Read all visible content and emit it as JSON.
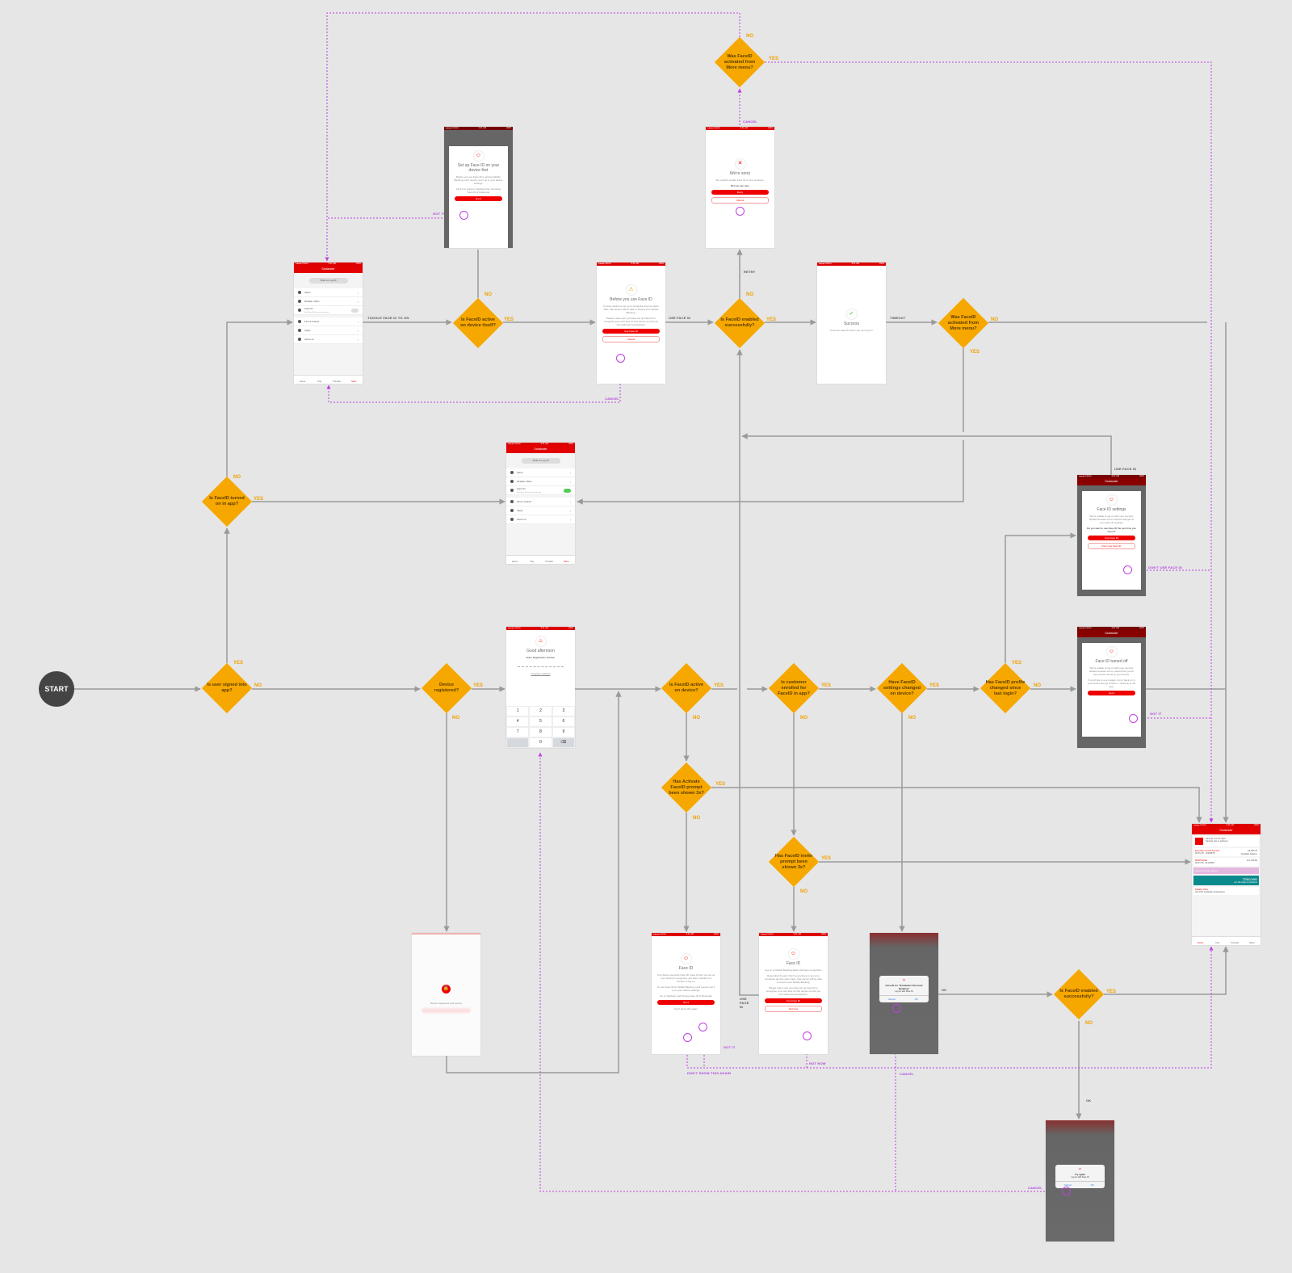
{
  "start_label": "START",
  "decisions": {
    "d1": {
      "text": "Is user signed into app?",
      "yes": "YES",
      "no": "NO"
    },
    "d2": {
      "text": "Is FaceID turned on in app?",
      "yes": "YES",
      "no": "NO"
    },
    "d3": {
      "text": "Device registered?",
      "yes": "YES",
      "no": "NO"
    },
    "d4": {
      "text": "Is FaceID active on device itself?",
      "yes": "YES",
      "no": "NO"
    },
    "d5": {
      "text": "Is FaceID enabled successfully?",
      "yes": "YES",
      "no": "NO"
    },
    "d6": {
      "text": "Was FaceID activated from More menu?",
      "yes": "YES",
      "no": "NO"
    },
    "d7": {
      "text": "Was FaceID activated from More menu?",
      "yes": "YES",
      "no": "NO"
    },
    "d8": {
      "text": "Is FaceID active on device?",
      "yes": "YES",
      "no": "NO"
    },
    "d9": {
      "text": "Has Activate FaceID prompt been shown 3x?",
      "yes": "YES",
      "no": "NO"
    },
    "d10": {
      "text": "Is customer enrolled for FaceID in app?",
      "yes": "YES",
      "no": "NO"
    },
    "d11": {
      "text": "Has FaceID invite prompt been shown 3x?",
      "yes": "YES",
      "no": "NO"
    },
    "d12": {
      "text": "Have FaceID settings changed on device?",
      "yes": "YES",
      "no": "NO"
    },
    "d13": {
      "text": "Has FaceID profile changed since last login?",
      "yes": "YES",
      "no": "NO"
    },
    "d14": {
      "text": "Is FaceID enabled successfully?",
      "yes": "YES",
      "no": "NO"
    }
  },
  "edge_labels": {
    "toggle": "TOGGLE FACE ID TO ON",
    "use_face_id_1": "USE FACE ID",
    "use_face_id_2": "USE FACE ID",
    "use_face_id_3": "USE FACE ID",
    "timeout": "TIMEOUT",
    "retry": "RETRY",
    "cancel_sorry": "CANCEL",
    "cancel_before": "CANCEL",
    "cancel_dialog": "CANCEL",
    "cancel_try": "CANCEL",
    "got_it_setup": "GOT IT",
    "got_it_off": "GOT IT",
    "got_it_faceid": "GOT IT",
    "dont_use": "DON'T USE FACE ID",
    "dont_show": "DON'T SHOW THIS AGAIN",
    "not_now": "NOT NOW",
    "ok_dialog": "OK",
    "ok_try": "OK"
  },
  "status_bar": {
    "carrier": "●●●●● Carrier",
    "time": "9:41 AM",
    "battery": "100%"
  },
  "brand": "Santander",
  "menu": {
    "logoff": "Slide to Log off",
    "items": [
      "Alerts",
      "Retailer offers",
      "Face ID",
      "Find a branch",
      "Apply",
      "About us"
    ],
    "faceid_sub": "Use Face ID to access the app",
    "tabs": [
      "Home",
      "Pay",
      "Transfer",
      "More"
    ]
  },
  "setup": {
    "title": "Set up Face ID on your device first",
    "p1": "Before you use Face ID to access Mobile Banking you'll need to set it up in your device settings.",
    "p2": "Find it by going to Settings then choosing Face ID & Passcode",
    "button": "Got it"
  },
  "before": {
    "title": "Before you use Face ID",
    "p1": "If you're device is set up to recognise anyone else's face, that person will be able to access your Mobile Banking.",
    "p2": "Please make sure you have set up Face ID to recognise your own face for this device so that you can authorise transactions.",
    "primary": "Use Face ID",
    "secondary": "Cancel"
  },
  "sorry": {
    "title": "We're sorry",
    "p1": "We couldn't enable Face ID on this occasion.",
    "p2": "But you can retry",
    "primary": "Retry",
    "secondary": "Cancel"
  },
  "success": {
    "title": "Success",
    "p1": "You'll use Face ID when you next log on."
  },
  "registration": {
    "greeting": "Good afternoon",
    "label": "Enter Registration Number",
    "link": "Forgotten details?",
    "keys": [
      "1",
      "2",
      "3",
      "4",
      "5",
      "6",
      "7",
      "8",
      "9",
      "",
      "0",
      "⌫"
    ]
  },
  "settings": {
    "title": "Face ID settings",
    "p1": "We're unable to log on with your security details because we've noticed changes to your Face ID settings.",
    "p2": "Do you want to use Face ID the next time you log on?",
    "primary": "Use Face ID",
    "secondary": "Don't use Face ID"
  },
  "turned_off": {
    "title": "Face ID turned off",
    "p1": "We're unable to log on with your security details because we've noticed that you've turned Face ID off on your device.",
    "p2": "If you'd like to use it again, turn it back on in your device and go to Menu > Security in the app.",
    "primary": "Got it"
  },
  "home": {
    "notice1": "Savings over 31 days",
    "notice2": "Savings rate is applying",
    "acc1_name": "Everyday Current Account",
    "acc1_num": "09-01-28 · 12345678",
    "acc1_amt": "£4,096.78",
    "acc1_avail": "Available balance",
    "acc2_name": "MORTGAGE",
    "acc2_num": "09-01-28 · 01234567",
    "acc2_amt": "£71,446.80",
    "promo": "Protecting Your Money",
    "discover": "Discover",
    "discover_sub": "our full range of products",
    "offers": "Retailer offers",
    "offers_sub": "Get 15% cashback at Morrisons"
  },
  "locked": {
    "text": "Device registered and secure"
  },
  "faceid_prompt": {
    "title": "Face ID",
    "p1": "Your device supports Face ID. Face ID lets you set up your device to recognise your face, instead of a number to log on.",
    "p2": "To use Face ID for Mobile Banking you'll need to set it up in your device settings.",
    "p3": "Go to 'Settings' and choose Face ID & Passcode",
    "primary": "Got it",
    "link": "Don't show this again"
  },
  "faceid_invite": {
    "title": "Face ID",
    "p1": "Log on to Mobile Banking faster with face recognition.",
    "p2": "Remember though, that if your phone is set up to recognise anyone else's face, that person will be able to access your Mobile Banking.",
    "p3": "Please make sure you have set up Face ID to recognise your own face for this device so that you can authorise transactions.",
    "primary": "Use Face ID",
    "secondary": "Not now"
  },
  "system_dialog": {
    "title": "Face ID for \"Santander Personal Banking\"",
    "sub": "Log on with Face ID",
    "cancel": "Cancel",
    "ok": "OK"
  },
  "try_again": {
    "title": "Try again",
    "sub": "Log on with Face ID",
    "cancel": "Cancel",
    "ok": "OK"
  },
  "colors": {
    "decision": "#f6a800",
    "brand": "#e20000",
    "flow": "#9a9a9a",
    "alt_flow": "#c040e0"
  }
}
